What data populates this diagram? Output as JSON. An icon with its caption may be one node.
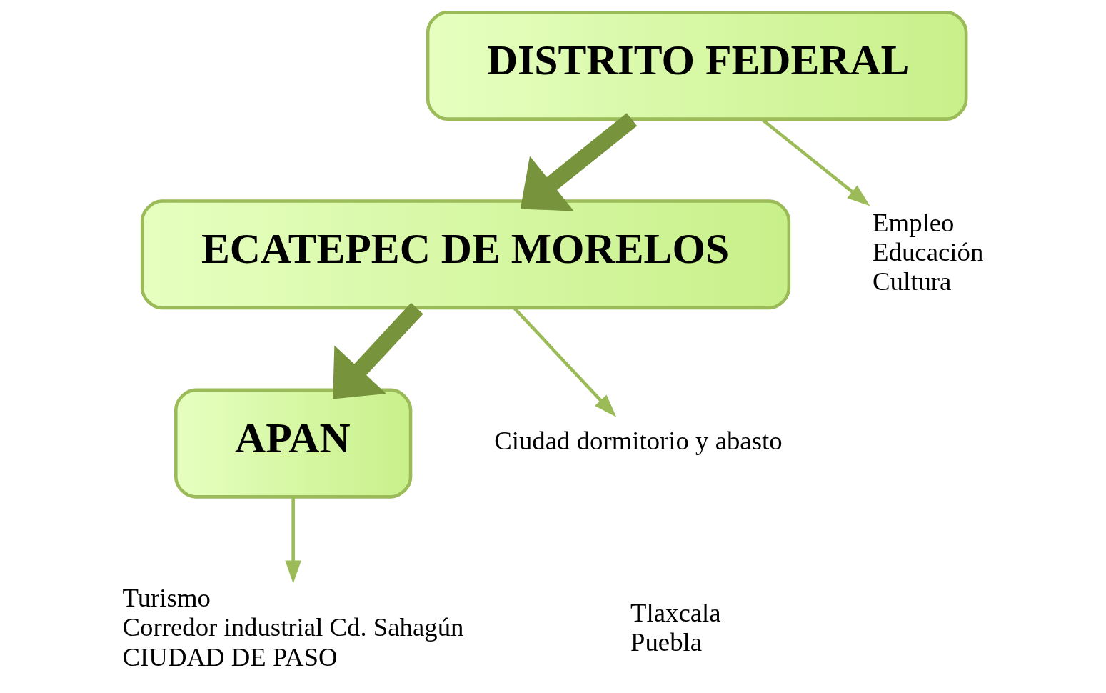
{
  "diagram": {
    "nodes": [
      {
        "text": [
          "DISTRITO FEDERAL"
        ]
      },
      {
        "text": [
          "ECATEPEC DE MORELOS"
        ]
      },
      {
        "text": [
          "APAN"
        ]
      },
      {
        "text": [
          "Empleo",
          "Educación",
          "Cultura"
        ]
      },
      {
        "text": [
          "Ciudad dormitorio y abasto"
        ]
      },
      {
        "text": [
          "Turismo",
          "Corredor industrial Cd. Sahagún",
          "CIUDAD DE PASO"
        ]
      }
    ],
    "edges": [
      {
        "from": 0,
        "to": 3,
        "arrow": "to"
      },
      {
        "from": 0,
        "to": 1,
        "arrow": "to",
        "style": "thick",
        "color": "#77933c"
      },
      {
        "from": 1,
        "to": 4,
        "arrow": "to"
      },
      {
        "from": 1,
        "to": 2,
        "arrow": "to",
        "style": "thick",
        "color": "#77933c"
      },
      {
        "from": 2,
        "to": 5,
        "arrow": "to"
      }
    ],
    "labels": [
      "Tlaxcala",
      "Puebla"
    ]
  }
}
